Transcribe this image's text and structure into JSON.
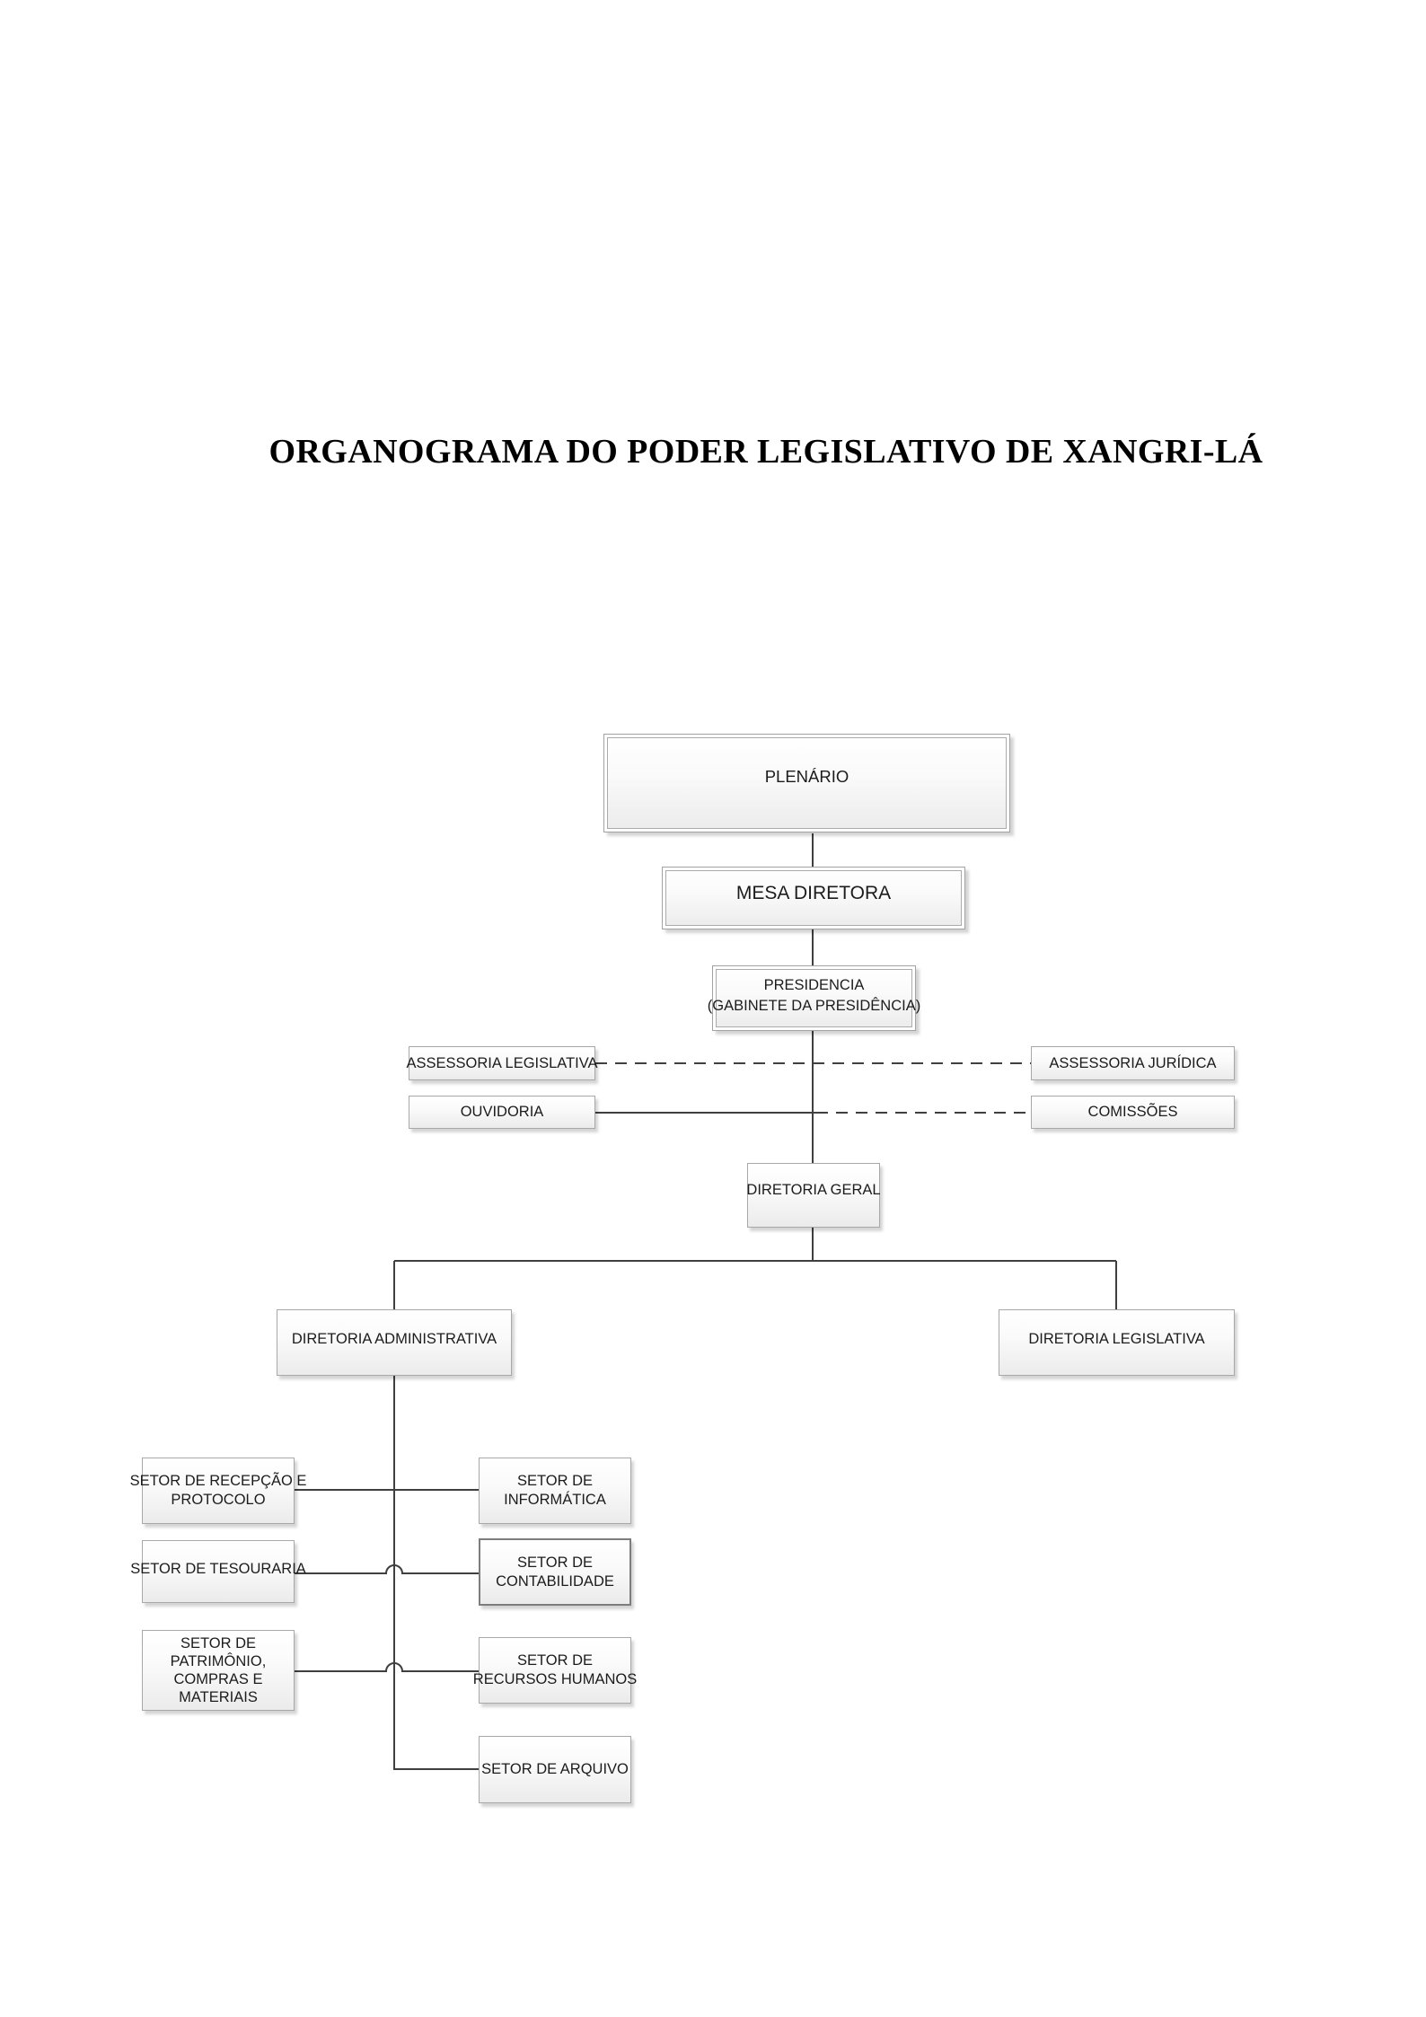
{
  "title": "ORGANOGRAMA DO PODER LEGISLATIVO DE XANGRI-LÁ",
  "colors": {
    "line": "#3f3f3f",
    "box_border": "#a8a8a8",
    "box_border_dark": "#7d7d7d",
    "box_fill_top": "#ffffff",
    "box_fill_bottom": "#ebebeb",
    "text": "#1c1c1c"
  },
  "nodes": {
    "plenario": {
      "lines": [
        "PLENÁRIO"
      ]
    },
    "mesa_diretora": {
      "lines": [
        "MESA DIRETORA"
      ]
    },
    "presidencia": {
      "lines": [
        "PRESIDENCIA",
        "(GABINETE DA PRESIDÊNCIA)"
      ]
    },
    "assessoria_legislativa": {
      "lines": [
        "ASSESSORIA LEGISLATIVA"
      ]
    },
    "assessoria_juridica": {
      "lines": [
        "ASSESSORIA JURÍDICA"
      ]
    },
    "ouvidoria": {
      "lines": [
        "OUVIDORIA"
      ]
    },
    "comissoes": {
      "lines": [
        "COMISSÕES"
      ]
    },
    "diretoria_geral": {
      "lines": [
        "DIRETORIA GERAL"
      ]
    },
    "diretoria_administrativa": {
      "lines": [
        "DIRETORIA ADMINISTRATIVA"
      ]
    },
    "diretoria_legislativa": {
      "lines": [
        "DIRETORIA LEGISLATIVA"
      ]
    },
    "setor_recepcao": {
      "lines": [
        "SETOR DE RECEPÇÃO E",
        "PROTOCOLO"
      ]
    },
    "setor_tesouraria": {
      "lines": [
        "SETOR DE TESOURARIA"
      ]
    },
    "setor_patrimonio": {
      "lines": [
        "SETOR DE",
        "PATRIMÔNIO,",
        "COMPRAS E",
        "MATERIAIS"
      ]
    },
    "setor_informatica": {
      "lines": [
        "SETOR DE",
        "INFORMÁTICA"
      ]
    },
    "setor_contabilidade": {
      "lines": [
        "SETOR DE",
        "CONTABILIDADE"
      ]
    },
    "setor_recursos_humanos": {
      "lines": [
        "SETOR DE",
        "RECURSOS HUMANOS"
      ]
    },
    "setor_arquivo": {
      "lines": [
        "SETOR DE ARQUIVO"
      ]
    }
  },
  "edges": [
    {
      "from": "PLENÁRIO",
      "to": "MESA DIRETORA",
      "style": "solid"
    },
    {
      "from": "MESA DIRETORA",
      "to": "PRESIDENCIA (GABINETE DA PRESIDÊNCIA)",
      "style": "solid"
    },
    {
      "from": "PRESIDENCIA (GABINETE DA PRESIDÊNCIA)",
      "to": "ASSESSORIA LEGISLATIVA",
      "style": "dashed"
    },
    {
      "from": "PRESIDENCIA (GABINETE DA PRESIDÊNCIA)",
      "to": "ASSESSORIA JURÍDICA",
      "style": "dashed"
    },
    {
      "from": "PRESIDENCIA (GABINETE DA PRESIDÊNCIA)",
      "to": "OUVIDORIA",
      "style": "solid"
    },
    {
      "from": "PRESIDENCIA (GABINETE DA PRESIDÊNCIA)",
      "to": "COMISSÕES",
      "style": "dashed"
    },
    {
      "from": "PRESIDENCIA (GABINETE DA PRESIDÊNCIA)",
      "to": "DIRETORIA GERAL",
      "style": "solid"
    },
    {
      "from": "DIRETORIA GERAL",
      "to": "DIRETORIA ADMINISTRATIVA",
      "style": "solid"
    },
    {
      "from": "DIRETORIA GERAL",
      "to": "DIRETORIA LEGISLATIVA",
      "style": "solid"
    },
    {
      "from": "DIRETORIA ADMINISTRATIVA",
      "to": "SETOR DE RECEPÇÃO E PROTOCOLO",
      "style": "solid"
    },
    {
      "from": "DIRETORIA ADMINISTRATIVA",
      "to": "SETOR DE TESOURARIA",
      "style": "solid"
    },
    {
      "from": "DIRETORIA ADMINISTRATIVA",
      "to": "SETOR DE PATRIMÔNIO, COMPRAS E MATERIAIS",
      "style": "solid"
    },
    {
      "from": "DIRETORIA ADMINISTRATIVA",
      "to": "SETOR DE INFORMÁTICA",
      "style": "solid"
    },
    {
      "from": "DIRETORIA ADMINISTRATIVA",
      "to": "SETOR DE CONTABILIDADE",
      "style": "solid"
    },
    {
      "from": "DIRETORIA ADMINISTRATIVA",
      "to": "SETOR DE RECURSOS HUMANOS",
      "style": "solid"
    },
    {
      "from": "DIRETORIA ADMINISTRATIVA",
      "to": "SETOR DE ARQUIVO",
      "style": "solid"
    }
  ]
}
